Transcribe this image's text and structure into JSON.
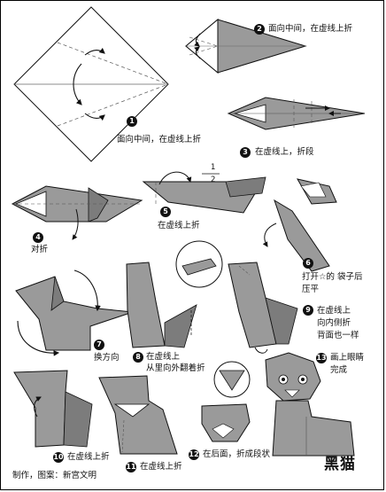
{
  "title": "黑猫",
  "credit": "制作，图案：新宫文明",
  "fraction": {
    "numerator": "1",
    "denominator": "2"
  },
  "colors": {
    "paper_gray": "#9a9a9a",
    "paper_dark": "#7c7c7c",
    "line": "#111111",
    "fold_line": "#555555"
  },
  "steps": [
    {
      "number": "1",
      "text": "面向中间，在虚线上折"
    },
    {
      "number": "2",
      "text": "面向中间，在虚线上折"
    },
    {
      "number": "3",
      "text": "在虚线上，折段"
    },
    {
      "number": "4",
      "text": "对折"
    },
    {
      "number": "5",
      "text": "在虚线上折"
    },
    {
      "number": "6",
      "text": "打开☆的 袋子后",
      "text2": "压平"
    },
    {
      "number": "7",
      "text": "换方向"
    },
    {
      "number": "8",
      "text": "在虚线上",
      "text2": "从里向外翻着折"
    },
    {
      "number": "9",
      "text": "在虚线上",
      "text2": "向内侧折",
      "text3": "背面也一样"
    },
    {
      "number": "10",
      "text": "在虚线上折"
    },
    {
      "number": "11",
      "text": "在虚线上折"
    },
    {
      "number": "12",
      "text": "在后面，折成段状"
    },
    {
      "number": "13",
      "text": "画上眼睛",
      "text2": "完成"
    }
  ]
}
